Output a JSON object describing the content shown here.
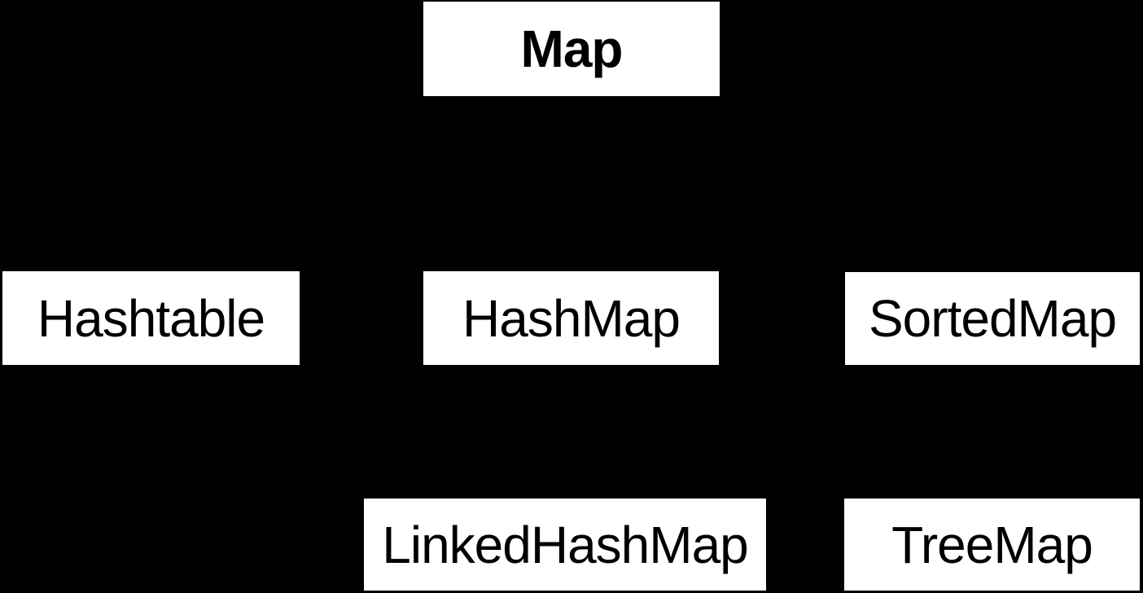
{
  "diagram": {
    "type": "hierarchy",
    "background_color": "#000000",
    "node_fill_color": "#ffffff",
    "node_text_color": "#000000",
    "nodes": [
      {
        "id": "map",
        "label": "Map"
      },
      {
        "id": "hashtable",
        "label": "Hashtable"
      },
      {
        "id": "hashmap",
        "label": "HashMap"
      },
      {
        "id": "sortedmap",
        "label": "SortedMap"
      },
      {
        "id": "linkedhashmap",
        "label": "LinkedHashMap"
      },
      {
        "id": "treemap",
        "label": "TreeMap"
      }
    ]
  }
}
